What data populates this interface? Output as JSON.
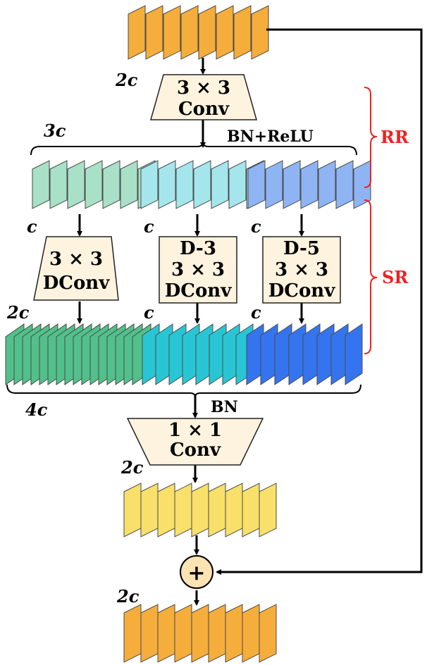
{
  "labels": {
    "input_channels": "2c",
    "conv3x3_title": "3 × 3",
    "conv3x3_sub": "Conv",
    "split_channels": "3c",
    "bn_relu": "BN+ReLU",
    "rr": "RR",
    "sr": "SR",
    "branch1_in": "c",
    "branch2_in": "c",
    "branch3_in": "c",
    "dconv1_l1": "3 × 3",
    "dconv1_l2": "DConv",
    "dconv2_l1": "D-3",
    "dconv2_l2": "3 × 3",
    "dconv2_l3": "DConv",
    "dconv3_l1": "D-5",
    "dconv3_l2": "3 × 3",
    "dconv3_l3": "DConv",
    "branch1_out": "2c",
    "branch2_out": "c",
    "branch3_out": "c",
    "concat_channels": "4c",
    "bn": "BN",
    "conv1x1_title": "1 × 1",
    "conv1x1_sub": "Conv",
    "out_channels": "2c",
    "add_symbol": "+",
    "final_channels": "2c"
  },
  "colors": {
    "orange": "#f5ad3b",
    "yellow": "#f8e06a",
    "light_green": "#a8e0c8",
    "light_cyan": "#a5e6ec",
    "light_blue": "#8fb4f3",
    "dark_green": "#52c08a",
    "teal": "#28c6d4",
    "blue": "#3474ef",
    "box_fill": "#fdf3de",
    "add_fill": "#fbe3b2",
    "red": "#ee2222"
  }
}
